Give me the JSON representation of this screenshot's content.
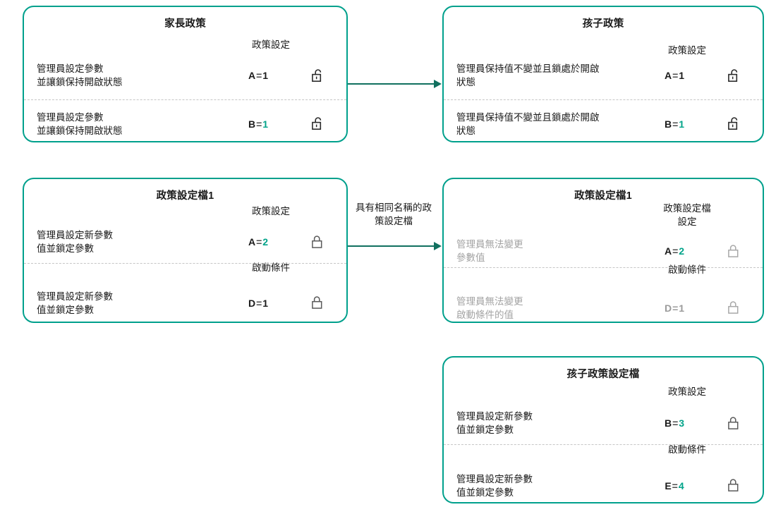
{
  "colors": {
    "card_border": "#00a08c",
    "accent_value": "#00a389",
    "arrow": "#11705f",
    "text": "#1a1a1a",
    "muted": "#a3a3a3",
    "divider": "#c6c6c6"
  },
  "cards": {
    "parent_policy": {
      "title": "家長政策",
      "column_header": "政策設定",
      "rows": [
        {
          "desc": "管理員設定參數\n並讓鎖保持開啟狀態",
          "key": "A",
          "eq": "=",
          "value": "1",
          "value_highlighted": false,
          "lock": "unlock-icon",
          "muted": false
        },
        {
          "desc": "管理員設定參數\n並讓鎖保持開啟狀態",
          "key": "B",
          "eq": "=",
          "value": "1",
          "value_highlighted": true,
          "lock": "unlock-icon",
          "muted": false
        }
      ]
    },
    "child_policy": {
      "title": "孩子政策",
      "column_header": "政策設定",
      "rows": [
        {
          "desc": "管理員保持值不變並且鎖處於開啟\n狀態",
          "key": "A",
          "eq": "=",
          "value": "1",
          "value_highlighted": false,
          "lock": "unlock-icon",
          "muted": false
        },
        {
          "desc": "管理員保持值不變並且鎖處於開啟\n狀態",
          "key": "B",
          "eq": "=",
          "value": "1",
          "value_highlighted": true,
          "lock": "unlock-icon",
          "muted": false
        }
      ]
    },
    "policy_profile_1_left": {
      "title": "政策設定檔1",
      "column_header_1": "政策設定",
      "column_header_2": "啟動條件",
      "rows": [
        {
          "desc": "管理員設定新參數\n值並鎖定參數",
          "key": "A",
          "eq": "=",
          "value": "2",
          "value_highlighted": true,
          "lock": "lock-icon",
          "muted": false
        },
        {
          "desc": "管理員設定新參數\n值並鎖定參數",
          "key": "D",
          "eq": "=",
          "value": "1",
          "value_highlighted": false,
          "lock": "lock-icon",
          "muted": false
        }
      ]
    },
    "policy_profile_1_right": {
      "title": "政策設定檔1",
      "column_header_1": "政策設定檔\n設定",
      "column_header_2": "啟動條件",
      "rows": [
        {
          "desc": "管理員無法變更\n參數值",
          "key": "A",
          "eq": "=",
          "value": "2",
          "value_highlighted": true,
          "lock": "lock-icon",
          "muted": true
        },
        {
          "desc": "管理員無法變更\n啟動條件的值",
          "key": "D",
          "eq": "=",
          "value": "1",
          "value_highlighted": false,
          "lock": "lock-icon",
          "muted": true
        }
      ]
    },
    "child_policy_profile": {
      "title": "孩子政策設定檔",
      "column_header_1": "政策設定",
      "column_header_2": "啟動條件",
      "rows": [
        {
          "desc": "管理員設定新參數\n值並鎖定參數",
          "key": "B",
          "eq": "=",
          "value": "3",
          "value_highlighted": true,
          "lock": "lock-icon",
          "muted": false
        },
        {
          "desc": "管理員設定新參數\n值並鎖定參數",
          "key": "E",
          "eq": "=",
          "value": "4",
          "value_highlighted": true,
          "lock": "lock-icon",
          "muted": false
        }
      ]
    }
  },
  "connectors": {
    "top_arrow": {
      "label": ""
    },
    "middle_arrow": {
      "label": "具有相同名稱的政\n策設定檔"
    }
  }
}
